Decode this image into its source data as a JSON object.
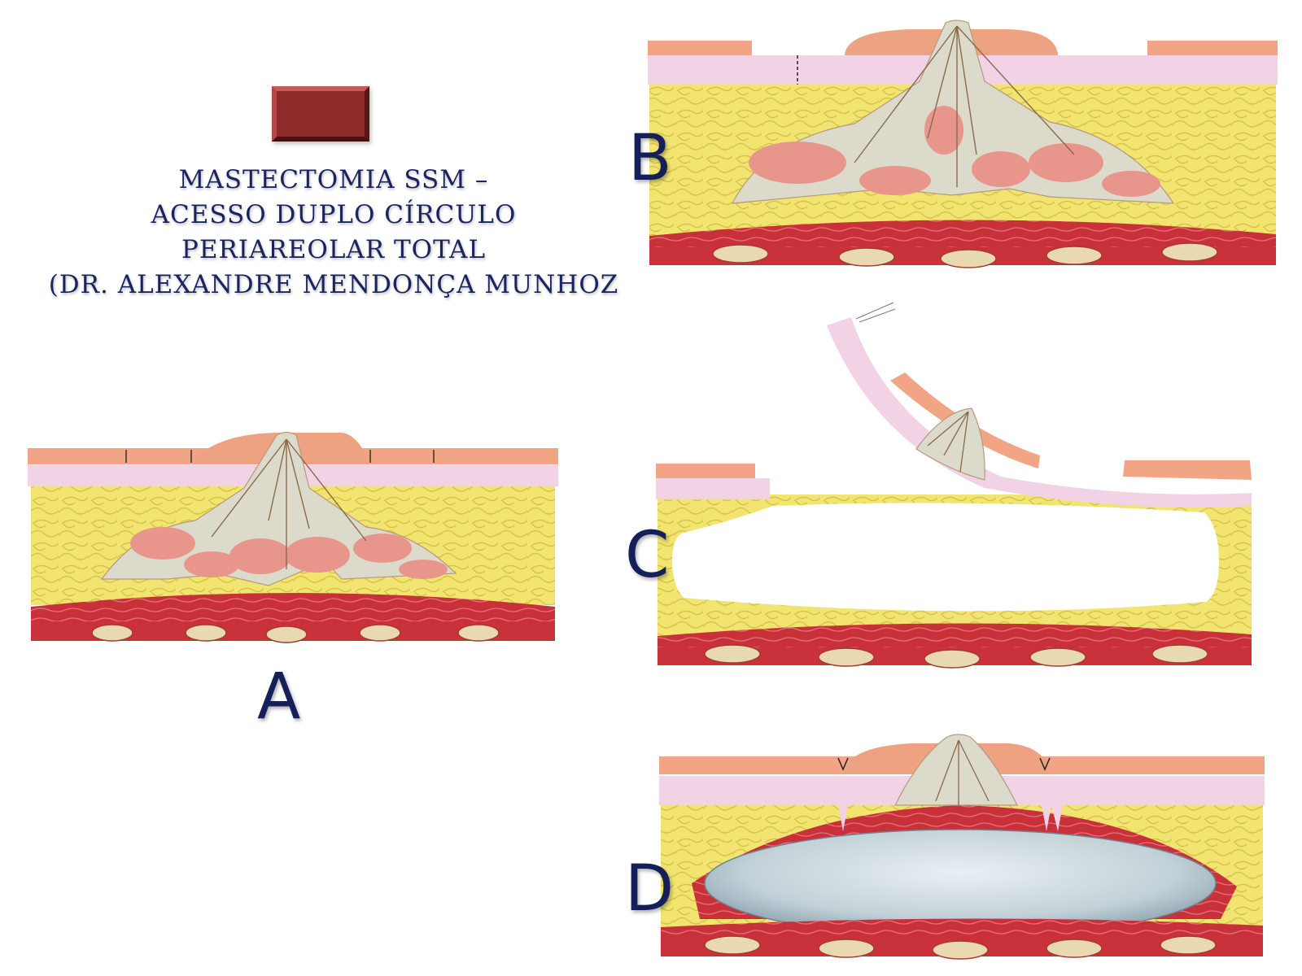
{
  "title": {
    "line1": "MASTECTOMIA SSM –",
    "line2": "ACESSO DUPLO CÍRCULO",
    "line3": "PERIAREOLAR TOTAL",
    "line4": "(DR. ALEXANDRE MENDONÇA MUNHOZ"
  },
  "panels": {
    "a": "A",
    "b": "B",
    "c": "C",
    "d": "D"
  },
  "colors": {
    "badge": "#8f2a2a",
    "title_text": "#1a2560",
    "epidermis": "#f2a585",
    "dermis": "#f1d2e4",
    "fat": "#f2e77a",
    "gland": "#e8958c",
    "duct_stroma": "#d9d8c8",
    "muscle": "#c9323a",
    "rib": "#e8d9b0",
    "implant": "#c5d3da"
  }
}
